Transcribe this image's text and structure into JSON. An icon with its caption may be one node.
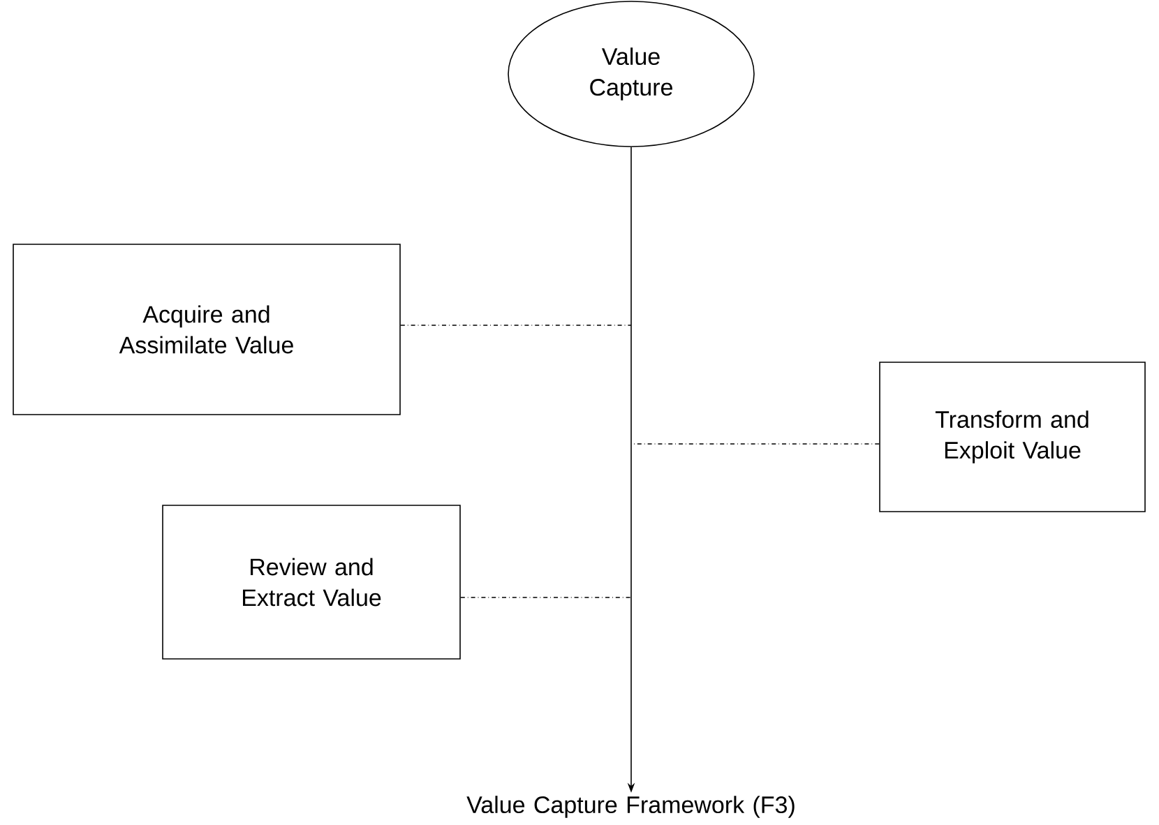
{
  "diagram": {
    "nodes": [
      {
        "text": [
          "Value Capture"
        ]
      },
      {
        "text": [
          "Acquire and Assimilate Value"
        ]
      },
      {
        "text": [
          "Transform and Exploit Value"
        ]
      },
      {
        "text": [
          "Review and Extract Value"
        ]
      },
      {
        "text": [
          "Value Capture Framework (F3)"
        ]
      }
    ],
    "edges": [
      {
        "from": 0,
        "to": 4,
        "arrow": "to"
      },
      {
        "from": 1,
        "to": null,
        "arrow": "none",
        "style": "dashed"
      },
      {
        "from": 2,
        "to": null,
        "arrow": "none",
        "style": "dashed"
      },
      {
        "from": 3,
        "to": null,
        "arrow": "none",
        "style": "dashed"
      }
    ]
  }
}
